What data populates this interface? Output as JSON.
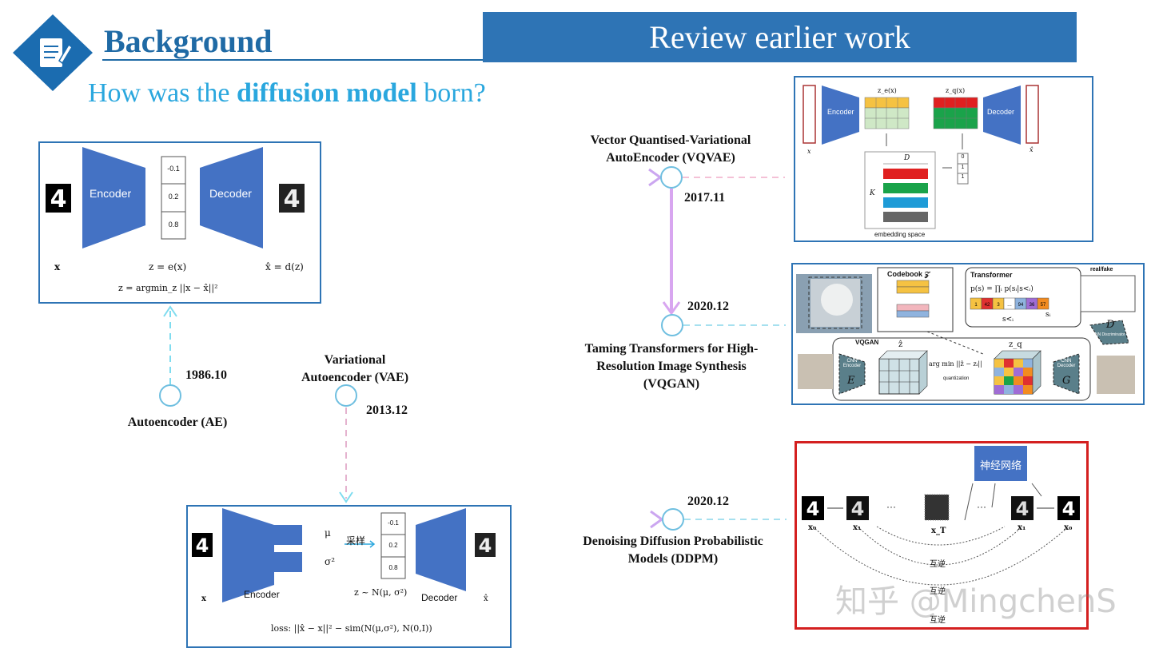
{
  "header": {
    "title": "Background",
    "banner": "Review earlier work",
    "subtitle_pre": "How was the ",
    "subtitle_bold": "diffusion model",
    "subtitle_post": " born?"
  },
  "timeline": {
    "ae": {
      "label": "Autoencoder (AE)",
      "date": "1986.10"
    },
    "vae": {
      "label_line1": "Variational",
      "label_line2": "Autoencoder (VAE)",
      "date": "2013.12"
    },
    "vqvae": {
      "label_line1": "Vector Quantised-Variational",
      "label_line2": "AutoEncoder (VQVAE)",
      "date": "2017.11"
    },
    "vqgan": {
      "label_line1": "Taming Transformers for High-",
      "label_line2": "Resolution Image Synthesis",
      "label_line3": "(VQGAN)",
      "date": "2020.12"
    },
    "ddpm": {
      "label_line1": "Denoising Diffusion Probabilistic",
      "label_line2": "Models (DDPM)",
      "date": "2020.12"
    }
  },
  "ae_box": {
    "encoder": "Encoder",
    "decoder": "Decoder",
    "latent": [
      "-0.1",
      "0.2",
      "0.8"
    ],
    "x": "x",
    "z_eq": "z = e(x)",
    "xhat_eq": "x̂ = d(z)",
    "loss": "z = argmin_z ||x − x̂||²"
  },
  "vae_box": {
    "encoder": "Encoder",
    "decoder": "Decoder",
    "mu": "μ",
    "sigma": "σ²",
    "sample": "采样",
    "latent": [
      "-0.1",
      "0.2",
      "0.8"
    ],
    "z_eq": "z ~ N(μ, σ²)",
    "x": "x",
    "xhat": "x̂",
    "loss": "loss: ||x̂ − x||² − sim(N(μ,σ²), N(0,I))"
  },
  "vqvae_box": {
    "encoder": "Encoder",
    "decoder": "Decoder",
    "ze": "z_e(x)",
    "zq": "z_q(x)",
    "D": "D",
    "K": "K",
    "indices": [
      "0",
      "1",
      "1"
    ],
    "x": "x",
    "xhat": "x̂",
    "caption": "embedding space"
  },
  "vqgan_box": {
    "codebook": "Codebook 𝒵",
    "transformer": "Transformer",
    "ps": "p(s) = ∏ᵢ p(sᵢ|s<ᵢ)",
    "s_lt_i": "s<ᵢ",
    "s_i": "sᵢ",
    "realfake": "real/fake",
    "vqgan": "VQGAN",
    "cnn_encoder": "CNN Encoder",
    "cnn_decoder": "CNN Decoder",
    "cnn_disc": "CNN Discriminator",
    "E": "E",
    "G": "G",
    "Dis": "D",
    "zhat": "ẑ",
    "zq": "z_q",
    "argmin": "arg min ||ẑ − zᵢ||",
    "quantization": "quantization",
    "seq": [
      "1",
      "42",
      "3",
      "…",
      "94",
      "36",
      "57"
    ]
  },
  "ddpm_box": {
    "nn": "神经网络",
    "labels": [
      "x₀",
      "x₁",
      "x_T",
      "x₁",
      "x₀"
    ],
    "inverse": "互逆",
    "dots": "···"
  },
  "watermark": "知乎 @MingchenS",
  "colors": {
    "accent": "#2e74b5",
    "sky": "#2aa7de",
    "red": "#d42020"
  }
}
